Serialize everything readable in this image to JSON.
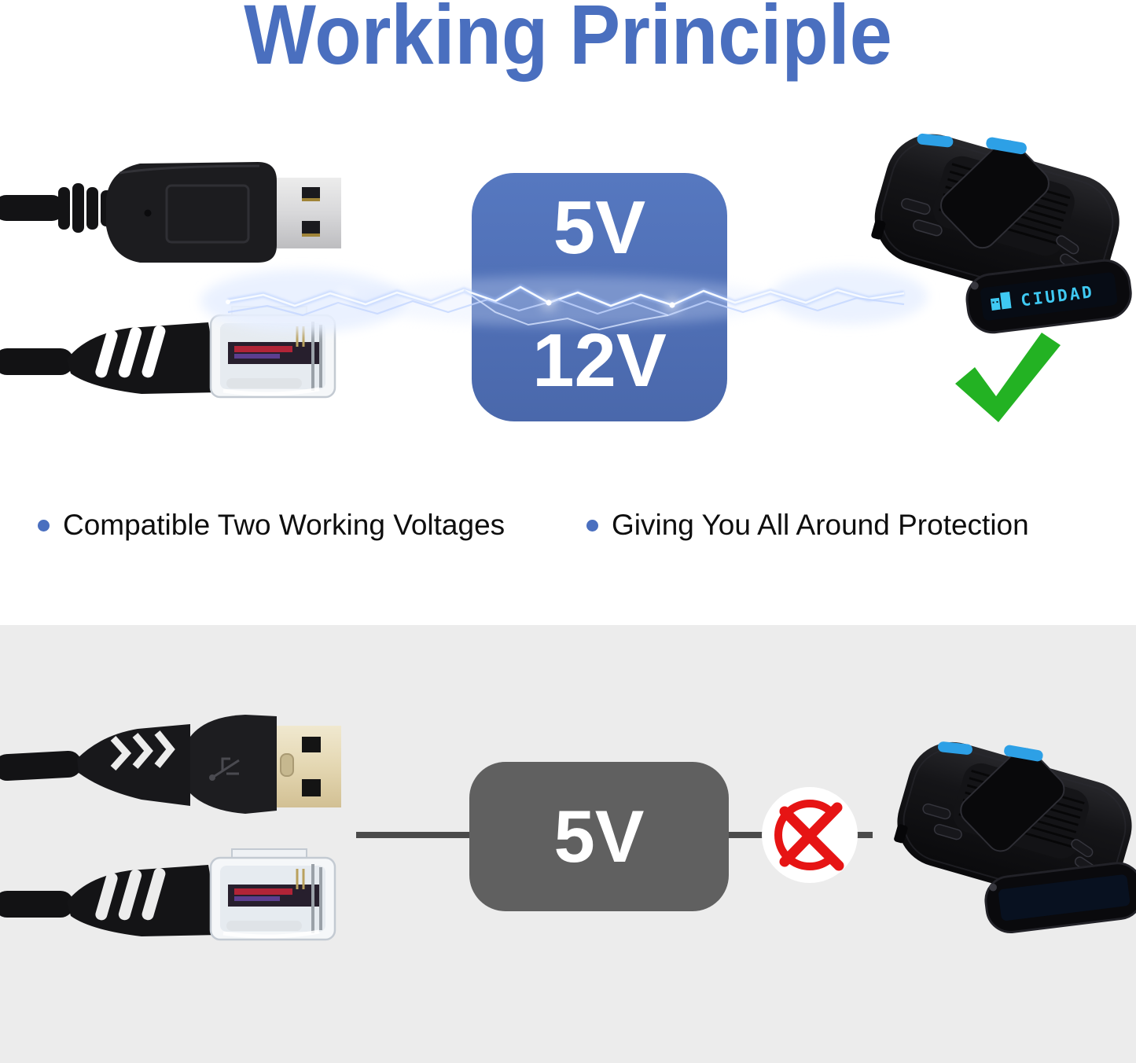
{
  "title": "Working Principle",
  "top_section": {
    "voltage_box": {
      "voltage_1": "5V",
      "voltage_2": "12V"
    },
    "detector": {
      "display_text": "CIUDAD"
    },
    "bullets": [
      {
        "text": "Compatible Two Working Voltages"
      },
      {
        "text": "Giving You All Around Protection"
      }
    ]
  },
  "bottom_section": {
    "voltage_box": {
      "voltage_1": "5V"
    }
  },
  "icons": {
    "check": "green-check-icon",
    "cross": "red-cross-circle-icon",
    "lightning": "lightning-spark-icon",
    "usb": "usb-a-plug-photo",
    "rj11": "rj11-plug-photo",
    "detector": "radar-detector-photo"
  },
  "colors": {
    "title_blue": "#4a6fbf",
    "voltage_box_blue": "#4f6fb5",
    "voltage_box_gray": "#606060",
    "section_gray": "#ececec",
    "check_green": "#23b223",
    "cross_red": "#e61414",
    "display_cyan": "#3fc9f2",
    "wire_gray": "#4b4b4b"
  }
}
